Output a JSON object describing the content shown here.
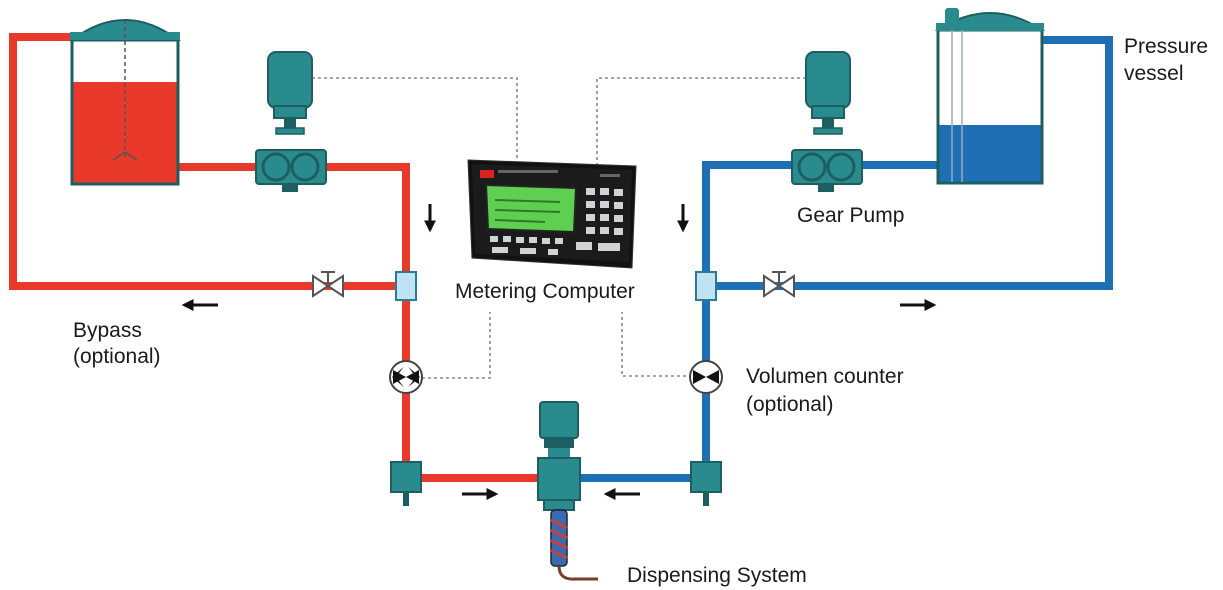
{
  "labels": {
    "pressure_vessel_line1": "Pressure",
    "pressure_vessel_line2": "vessel",
    "gear_pump": "Gear Pump",
    "metering_computer": "Metering Computer",
    "bypass_line1": "Bypass",
    "bypass_line2": "(optional)",
    "volumen_counter_line1": "Volumen counter",
    "volumen_counter_line2": "(optional)",
    "dispensing_system": "Dispensing System"
  },
  "colors": {
    "component_a": "#e8392b",
    "component_b": "#1f6fb5",
    "equipment_teal": "#2a8b8f",
    "equipment_dark": "#1d5e62",
    "controller_body": "#1b1b1b",
    "controller_screen": "#5fcf52",
    "signal_line": "#888888",
    "accent_arrows": "#111111"
  },
  "icons": {
    "tank_left": "tank-red-icon",
    "tank_right": "pressure-vessel-icon",
    "pump_left": "gear-pump-icon",
    "pump_right": "gear-pump-icon",
    "valve": "bypass-valve-icon",
    "counter": "volume-counter-icon",
    "controller": "metering-computer-icon",
    "dispenser": "dispensing-valve-icon"
  }
}
